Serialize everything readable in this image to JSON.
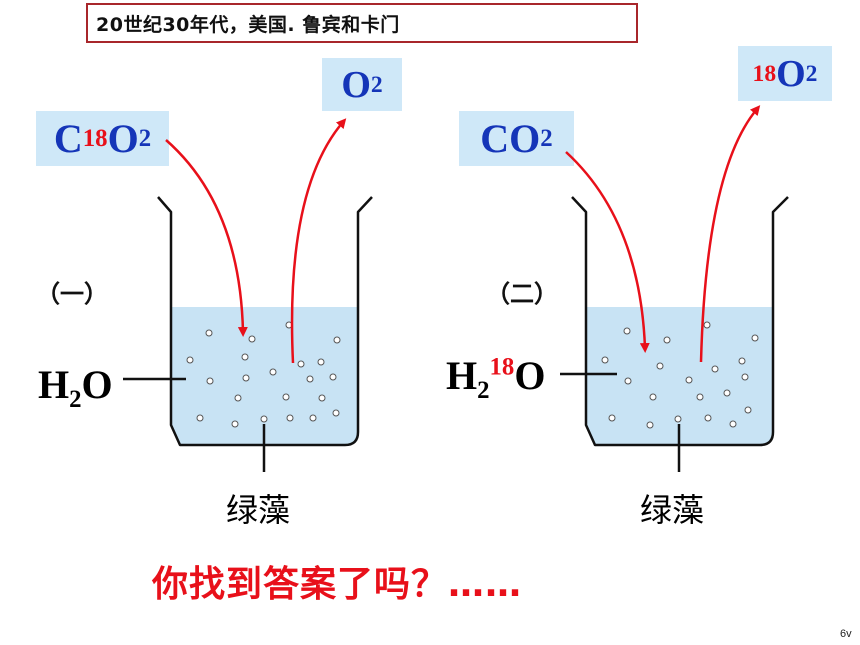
{
  "title": "20世纪30年代，美国. 鲁宾和卡门",
  "experiment1": {
    "label": "（一）",
    "input_gas": {
      "element": "C",
      "isotope": "18",
      "rest": "O",
      "subscript": "2"
    },
    "output_gas": {
      "element": "O",
      "subscript": "2"
    },
    "water": {
      "h": "H",
      "sub": "2",
      "isotope": "",
      "o": "O"
    },
    "algae_label": "绿藻"
  },
  "experiment2": {
    "label": "（二）",
    "input_gas": {
      "element": "CO",
      "subscript": "2"
    },
    "output_gas": {
      "isotope": "18",
      "element": "O",
      "subscript": "2"
    },
    "water": {
      "h": "H",
      "sub": "2",
      "isotope": "18",
      "o": "O"
    },
    "algae_label": "绿藻"
  },
  "question": "你找到答案了吗？……",
  "page_number": "6v",
  "colors": {
    "formula_text": "#1535b8",
    "formula_bg": "#cfe8f8",
    "arrow": "#e8101a",
    "water": "#c8e3f4",
    "title_border": "#a8262b"
  }
}
